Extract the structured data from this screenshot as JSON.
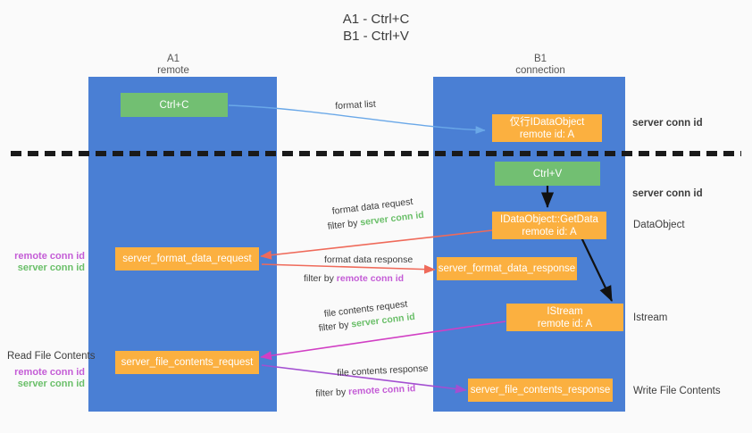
{
  "title": {
    "line1": "A1 - Ctrl+C",
    "line2": "B1 - Ctrl+V"
  },
  "colors": {
    "lane": "#4a7fd4",
    "orange": "#fbb040",
    "green": "#72bf72",
    "server_conn": "#6abf69",
    "remote_conn": "#c45cd6",
    "arrow_blue": "#6aa8e8",
    "arrow_red": "#ef6a5a",
    "arrow_magenta": "#d13fc4",
    "arrow_purple": "#a34fd1",
    "arrow_black": "#111111",
    "dashed": "#1a1a1a",
    "background": "#fafafa"
  },
  "columns": [
    {
      "name": "A1",
      "sub": "remote"
    },
    {
      "name": "B1",
      "sub": "connection"
    }
  ],
  "nodes": {
    "ctrl_c": "Ctrl+C",
    "ctrl_v": "Ctrl+V",
    "idataobject": {
      "line1": "仅行IDataObject",
      "line2": "remote id: A"
    },
    "getdata": {
      "line1": "IDataObject::GetData",
      "line2": "remote id: A"
    },
    "istream": {
      "line1": "IStream",
      "line2": "remote id: A"
    },
    "server_format_data_request": "server_format_data_request",
    "server_format_data_response": "server_format_data_response",
    "server_file_contents_request": "server_file_contents_request",
    "server_file_contents_response": "server_file_contents_response"
  },
  "edges": {
    "format_list": "format list",
    "format_data_request": "format data request",
    "format_data_request_filter_prefix": "filter by ",
    "format_data_request_filter_value": "server conn id",
    "format_data_response": "format data response",
    "format_data_response_filter_prefix": "filter by ",
    "format_data_response_filter_value": "remote conn id",
    "file_contents_request": "file contents request",
    "file_contents_request_filter_prefix": "filter by ",
    "file_contents_request_filter_value": "server conn id",
    "file_contents_response": "file contents response",
    "file_contents_response_filter_prefix": "filter by ",
    "file_contents_response_filter_value": "remote conn id"
  },
  "annotations": {
    "server_conn_top": "server conn id",
    "server_conn_mid": "server conn id",
    "dataobject": "DataObject",
    "istream": "Istream",
    "write_file_contents": "Write File Contents",
    "read_file_contents": "Read File Contents",
    "left_mid_remote": "remote conn id",
    "left_mid_server": "server conn id",
    "left_bottom_remote": "remote conn id",
    "left_bottom_server": "server conn id"
  }
}
